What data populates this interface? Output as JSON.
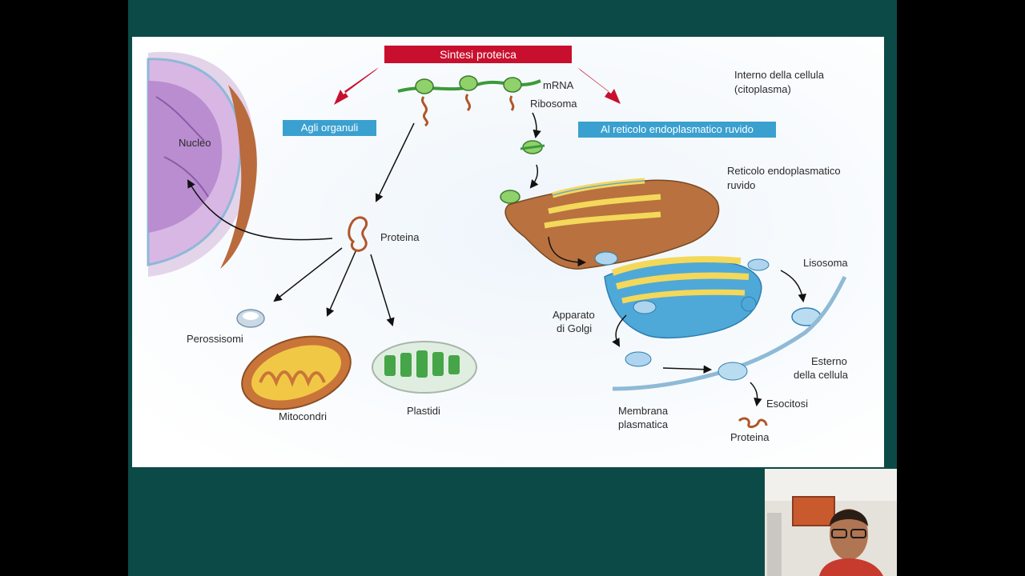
{
  "title": "Sintesi proteica",
  "organelle_banner": "Agli organuli",
  "rer_banner": "Al reticolo endoplasmatico ruvido",
  "labels": {
    "mrna": "mRNA",
    "ribosoma": "Ribosoma",
    "interno": "Interno della cellula",
    "citoplasma": "(citoplasma)",
    "nucleo": "Nucleo",
    "proteina": "Proteina",
    "reticolo_1": "Reticolo endoplasmatico",
    "reticolo_2": "ruvido",
    "lisosoma": "Lisosoma",
    "apparato": "Apparato",
    "golgi": "di Golgi",
    "perossisomi": "Perossisomi",
    "mitocondri": "Mitocondri",
    "plastidi": "Plastidi",
    "esterno": "Esterno",
    "della_cellula": "della cellula",
    "esocitosi": "Esocitosi",
    "membrana": "Membrana",
    "plasmatica": "plasmatica",
    "proteina_out": "Proteina"
  },
  "colors": {
    "slide_background": "#0c4a47",
    "banner_red": "#c8102e",
    "banner_blue": "#3aa0cf",
    "arrow_red": "#c8102e"
  }
}
